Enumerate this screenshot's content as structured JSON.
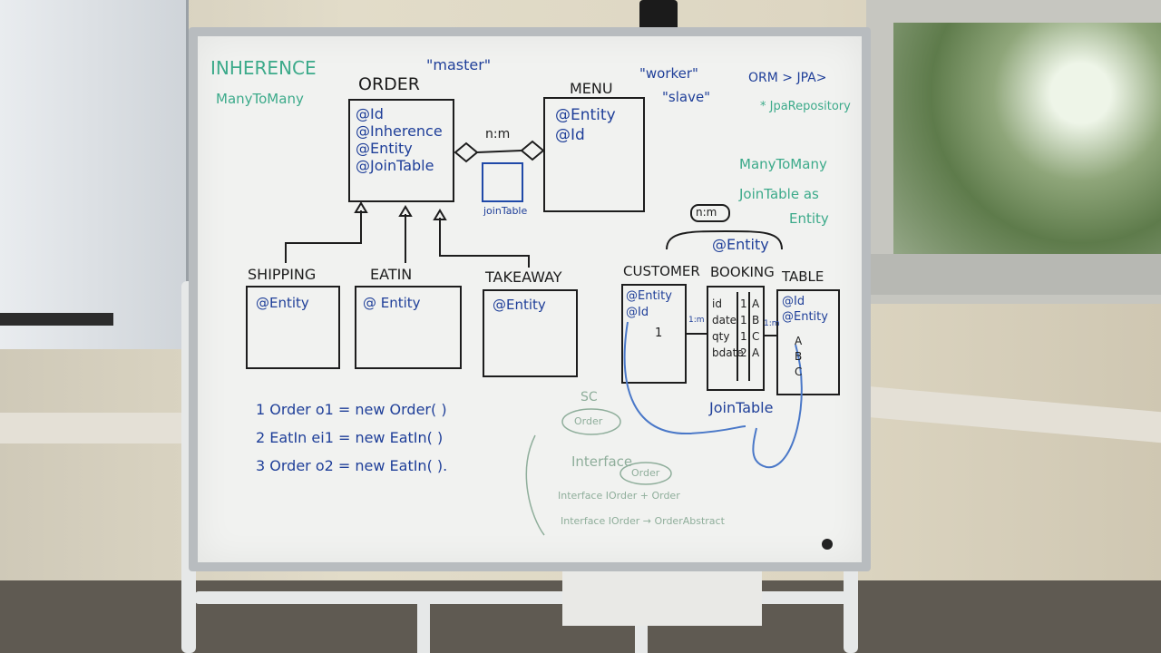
{
  "board": {
    "inherence_title": "INHERENCE",
    "inherence_sub": "ManyToMany",
    "order_title": "ORDER",
    "master_label": "\"master\"",
    "order_fields": [
      "@Id",
      "@Inherence",
      "@Entity",
      "@JoinTable"
    ],
    "nm_label": "n:m",
    "jointable_small": "joinTable",
    "menu_title": "MENU",
    "worker_label": "\"worker\"",
    "slave_label": "\"slave\"",
    "menu_fields": [
      "@Entity",
      "@Id"
    ],
    "orm_label": "ORM > JPA>",
    "jparepo_label": "* JpaRepository",
    "m2m_label": "ManyToMany",
    "jt_entity_line1": "JoinTable as",
    "jt_entity_line2": "Entity",
    "nm_top": "n:m",
    "entity_top": "@Entity",
    "shipping": "SHIPPING",
    "eatin": "EATIN",
    "takeaway": "TAKEAWAY",
    "shipping_field": "@Entity",
    "eatin_field": "@ Entity",
    "takeaway_field": "@Entity",
    "customer": "CUSTOMER",
    "booking": "BOOKING",
    "table": "TABLE",
    "customer_fields": [
      "@Entity",
      "@Id"
    ],
    "customer_one": "1",
    "booking_fields": [
      "id",
      "date",
      "qty",
      "bdate"
    ],
    "booking_nums": [
      "1",
      "1",
      "1",
      "2"
    ],
    "booking_letters": [
      "A",
      "B",
      "C",
      "A"
    ],
    "table_fields": [
      "@Id",
      "@Entity"
    ],
    "table_letters": [
      "A",
      "B",
      "C"
    ],
    "nm_left": "1:m",
    "nm_right": "1:m",
    "jointable_label": "JoinTable",
    "code_lines": [
      "1 Order o1 = new Order( )",
      "2 EatIn ei1 = new EatIn( )",
      "3 Order o2 = new EatIn( )."
    ],
    "sc_label": "SC",
    "order_oval": "Order",
    "interface_label": "Interface",
    "order_oval2": "Order",
    "note1": "Interface IOrder + Order",
    "note2": "Interface IOrder → OrderAbstract"
  }
}
